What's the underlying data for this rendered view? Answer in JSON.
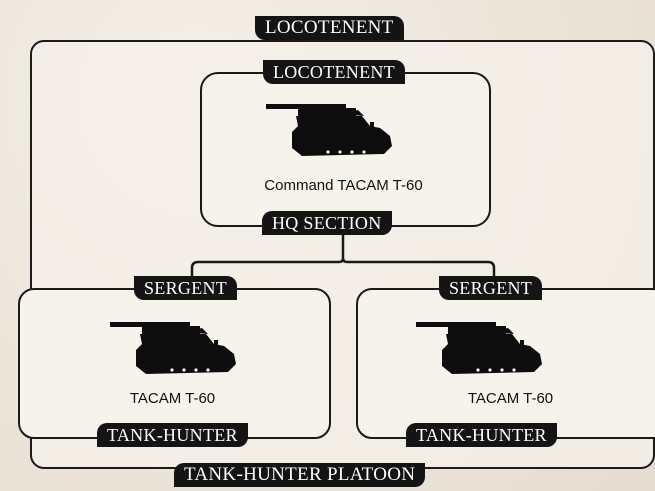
{
  "platoon": {
    "top_label": "LOCOTENENT",
    "bottom_label": "TANK-HUNTER PLATOON"
  },
  "hq": {
    "rank": "LOCOTENENT",
    "vehicle": "Command TACAM T-60",
    "section": "HQ SECTION"
  },
  "units": [
    {
      "rank": "SERGENT",
      "vehicle": "TACAM T-60",
      "role": "TANK-HUNTER"
    },
    {
      "rank": "SERGENT",
      "vehicle": "TACAM T-60",
      "role": "TANK-HUNTER"
    }
  ],
  "icons": {
    "vehicle_icon": "tank-silhouette-icon"
  },
  "colors": {
    "ink": "#141414",
    "paper": "#ece6dc"
  }
}
